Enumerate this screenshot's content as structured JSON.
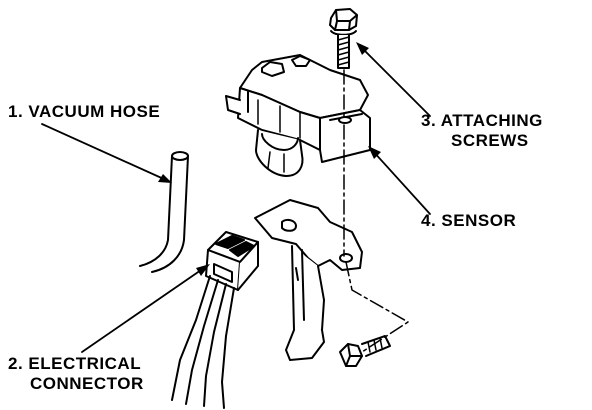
{
  "labels": {
    "vacuum_hose": {
      "number": "1.",
      "text": "VACUUM HOSE"
    },
    "electrical_connector": {
      "number": "2.",
      "line1": "ELECTRICAL",
      "line2": "CONNECTOR"
    },
    "attaching_screws": {
      "number": "3.",
      "line1": "ATTACHING",
      "line2": "SCREWS"
    },
    "sensor": {
      "number": "4.",
      "text": "SENSOR"
    }
  },
  "colors": {
    "ink": "#000000",
    "paper": "#ffffff"
  }
}
